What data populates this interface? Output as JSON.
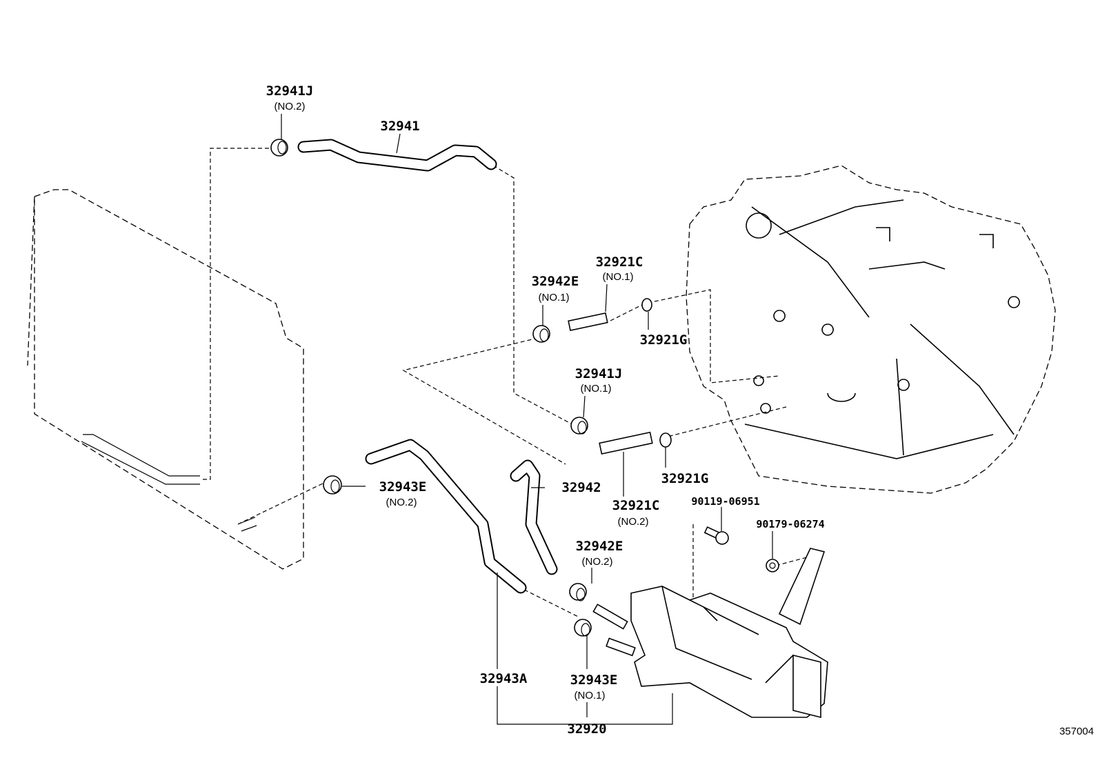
{
  "diagram_id": "357004",
  "labels": {
    "hose_32941": {
      "part": "32941"
    },
    "clamp_32941J_no2": {
      "part": "32941J",
      "sub": "(NO.2)"
    },
    "clamp_32941J_no1": {
      "part": "32941J",
      "sub": "(NO.1)"
    },
    "clamp_32942E_no1": {
      "part": "32942E",
      "sub": "(NO.1)"
    },
    "clamp_32942E_no2": {
      "part": "32942E",
      "sub": "(NO.2)"
    },
    "union_32921C_no1": {
      "part": "32921C",
      "sub": "(NO.1)"
    },
    "union_32921C_no2": {
      "part": "32921C",
      "sub": "(NO.2)"
    },
    "gasket_32921G_a": {
      "part": "32921G"
    },
    "gasket_32921G_b": {
      "part": "32921G"
    },
    "hose_32942": {
      "part": "32942"
    },
    "clamp_32943E_no2": {
      "part": "32943E",
      "sub": "(NO.2)"
    },
    "clamp_32943E_no1": {
      "part": "32943E",
      "sub": "(NO.1)"
    },
    "hose_32943A": {
      "part": "32943A"
    },
    "cooler_32920": {
      "part": "32920"
    },
    "bolt_90119": {
      "part": "90119-06951"
    },
    "nut_90179": {
      "part": "90179-06274"
    }
  }
}
